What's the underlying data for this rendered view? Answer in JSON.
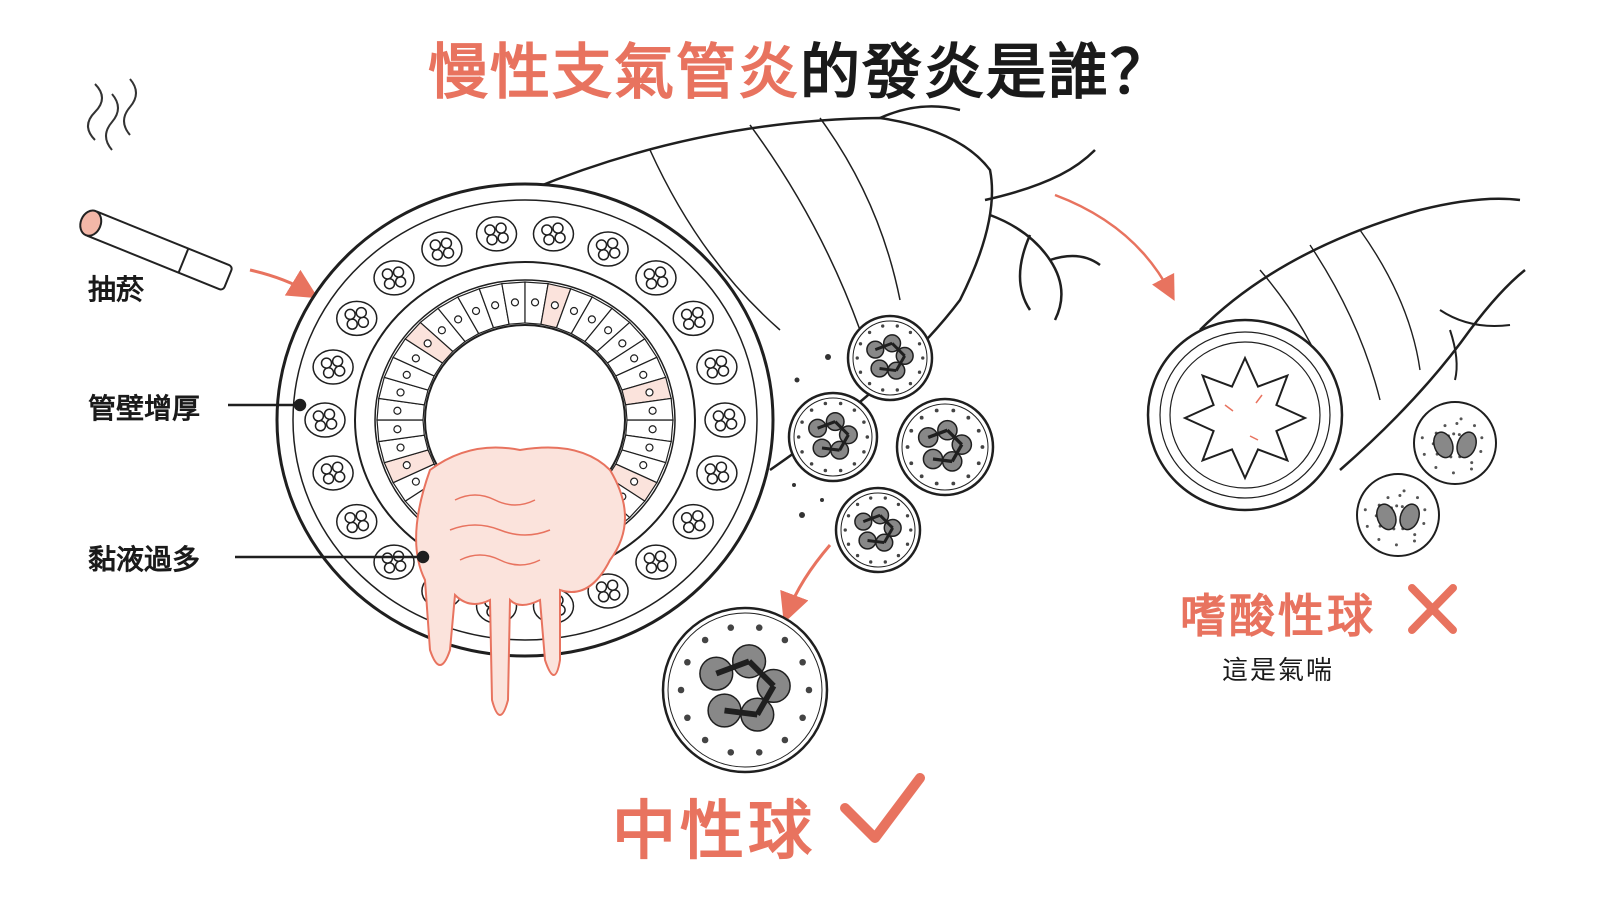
{
  "title": {
    "accent_part": "慢性支氣管炎",
    "dark_part": "的發炎是誰？"
  },
  "labels": {
    "smoking": "抽菸",
    "wall_thickening": "管壁增厚",
    "excess_mucus": "黏液過多"
  },
  "neutrophil": {
    "label": "中性球",
    "mark_icon": "check-icon"
  },
  "eosinophil": {
    "label": "嗜酸性球",
    "mark_icon": "cross-icon",
    "note": "這是氣喘"
  },
  "colors": {
    "accent": "#e8735f",
    "line": "#1f1f1f",
    "mucus_fill": "#fbe3dc"
  }
}
